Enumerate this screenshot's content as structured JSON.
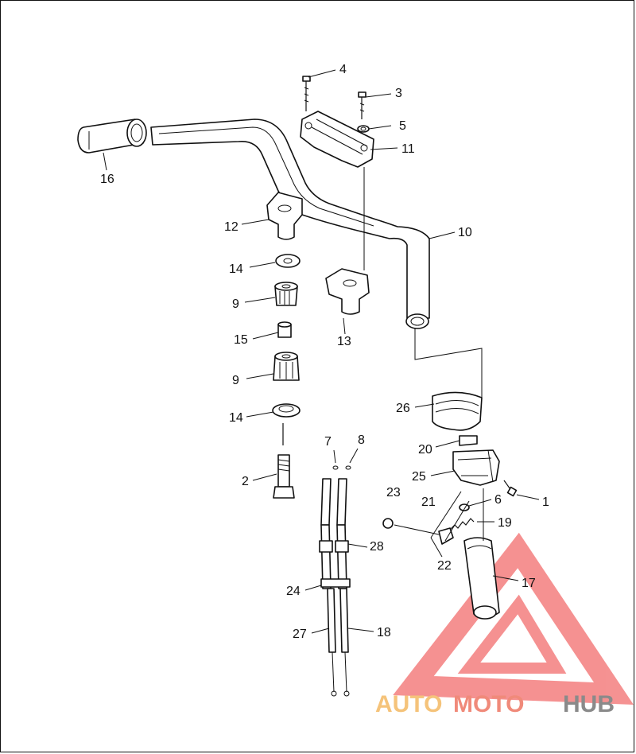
{
  "diagram": {
    "callouts": {
      "c1": "1",
      "c2": "2",
      "c3": "3",
      "c4": "4",
      "c5": "5",
      "c6": "6",
      "c7": "7",
      "c8": "8",
      "c9a": "9",
      "c9b": "9",
      "c10": "10",
      "c11": "11",
      "c12": "12",
      "c13": "13",
      "c14a": "14",
      "c14b": "14",
      "c15": "15",
      "c16": "16",
      "c17": "17",
      "c18": "18",
      "c19": "19",
      "c20": "20",
      "c21": "21",
      "c22": "22",
      "c23": "23",
      "c24": "24",
      "c25": "25",
      "c26": "26",
      "c27": "27",
      "c28": "28"
    }
  },
  "watermark": {
    "auto": "AUTO",
    "moto": "MOTO",
    "hub": "HUB",
    "colors": {
      "auto": "#f5c37a",
      "moto": "#f08a7a",
      "hub": "#8a8a8a",
      "triangle": "#f26d6d"
    }
  }
}
